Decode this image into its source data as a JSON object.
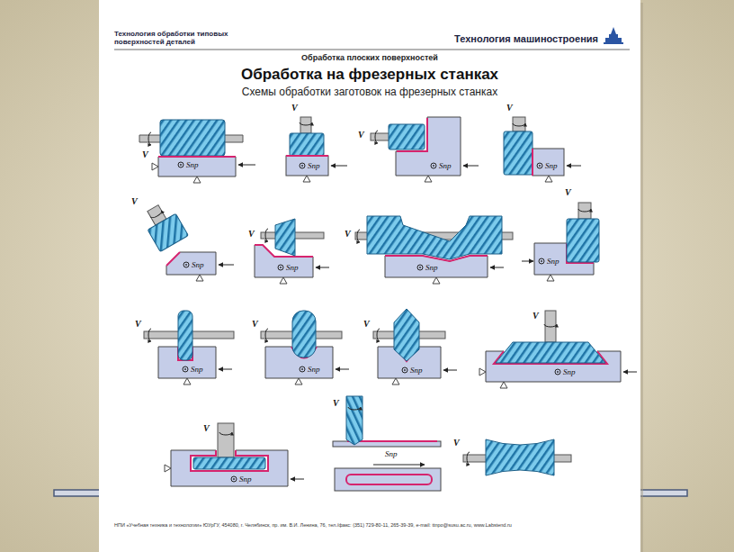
{
  "diagram": {
    "title": "Обработка на фрезерных станках",
    "labels": [
      "Технология обработки типовых поверхностей деталей",
      "Технология машиностроения",
      "Обработка плоских поверхностей",
      "Схемы обработки заготовок на фрезерных станках",
      "V",
      "Sпр",
      "V",
      "Sпр",
      "V",
      "Sпр",
      "V",
      "Sпр",
      "V",
      "Sпр",
      "V",
      "Sпр",
      "V",
      "Sпр",
      "V",
      "Sпр",
      "V",
      "Sпр",
      "V",
      "Sпр",
      "V",
      "Sпр",
      "V",
      "Sпр",
      "V",
      "Sпр",
      "V",
      "Sпр",
      "V",
      "НПИ «Учебная техника и технологии» ЮУрГУ, 454080, г. Челябинск, пр. им. В.И. Ленина, 76, тел./факс: (351) 729-80-11, 265-39-39, e-mail: ttnpo@susu.ac.ru, www.Labstend.ru"
    ]
  }
}
